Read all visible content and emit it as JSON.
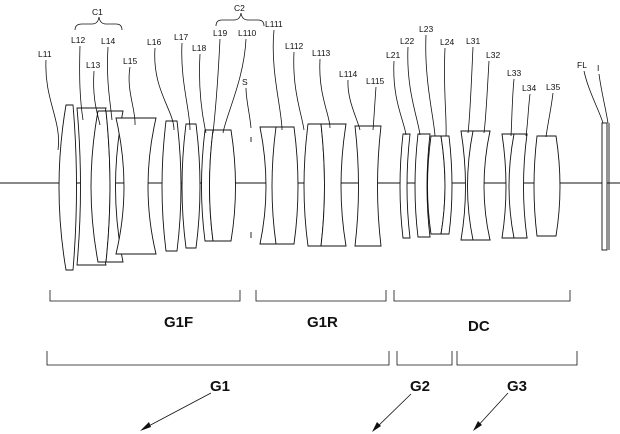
{
  "diagram": {
    "cemented_labels": [
      "C1",
      "C2"
    ],
    "lens_labels": [
      "L11",
      "L12",
      "L13",
      "L14",
      "L15",
      "L16",
      "L17",
      "L18",
      "L19",
      "L110",
      "S",
      "L111",
      "L112",
      "L113",
      "L114",
      "L115",
      "L21",
      "L22",
      "L23",
      "L24",
      "L31",
      "L32",
      "L33",
      "L34",
      "L35",
      "FL",
      "I"
    ],
    "sub_groups": [
      "G1F",
      "G1R",
      "DC"
    ],
    "groups": [
      "G1",
      "G2",
      "G3"
    ]
  }
}
